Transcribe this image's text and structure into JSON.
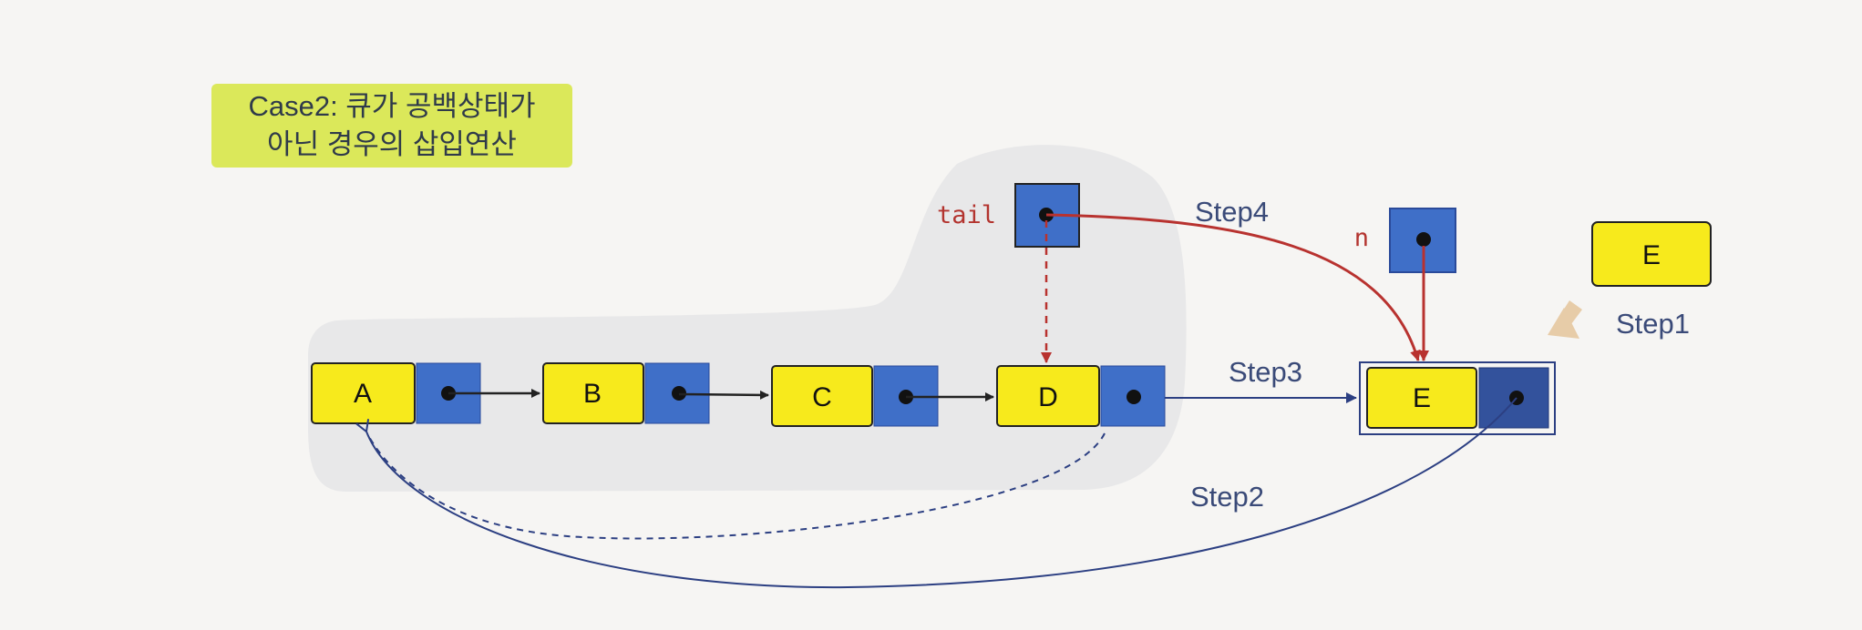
{
  "case_label": {
    "line1": "Case2: 큐가 공백상태가",
    "line2": "아닌 경우의 삽입연산"
  },
  "nodes": [
    {
      "name": "A",
      "label": "A"
    },
    {
      "name": "B",
      "label": "B"
    },
    {
      "name": "C",
      "label": "C"
    },
    {
      "name": "D",
      "label": "D"
    },
    {
      "name": "E",
      "label": "E"
    }
  ],
  "new_node_label": "E",
  "pointers": {
    "tail": "tail",
    "n": "n"
  },
  "steps": {
    "step1": "Step1",
    "step2": "Step2",
    "step3": "Step3",
    "step4": "Step4"
  },
  "colors": {
    "data_cell": "#f7ea1c",
    "link_cell": "#3f6fc8",
    "highlight_cell": "#33529c",
    "blob": "#e9e9ea",
    "label_bg": "#dbe85a",
    "red_arrow": "#b8322f",
    "blue_arrow": "#2c3f82",
    "text_blue": "#3a4a78",
    "tail_text": "#b3342f"
  }
}
